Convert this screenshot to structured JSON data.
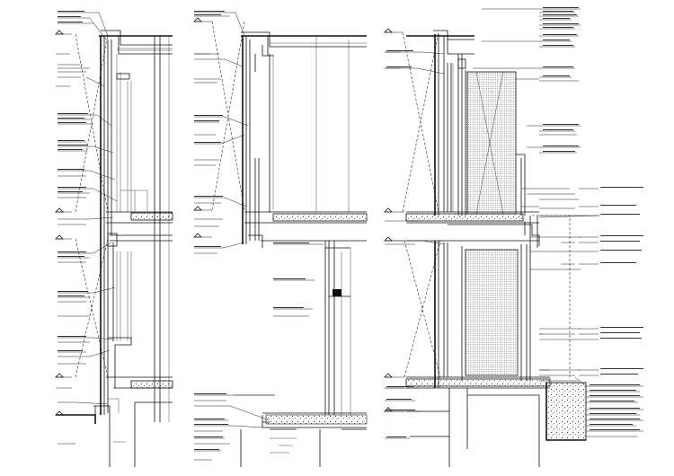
{
  "title": "",
  "sections": [
    {
      "id": "section-a",
      "label": ""
    },
    {
      "id": "section-b",
      "label": ""
    },
    {
      "id": "section-c",
      "label": ""
    }
  ],
  "colors": {
    "ink": "#111111",
    "paper": "#ffffff",
    "hatch": "#555555"
  }
}
